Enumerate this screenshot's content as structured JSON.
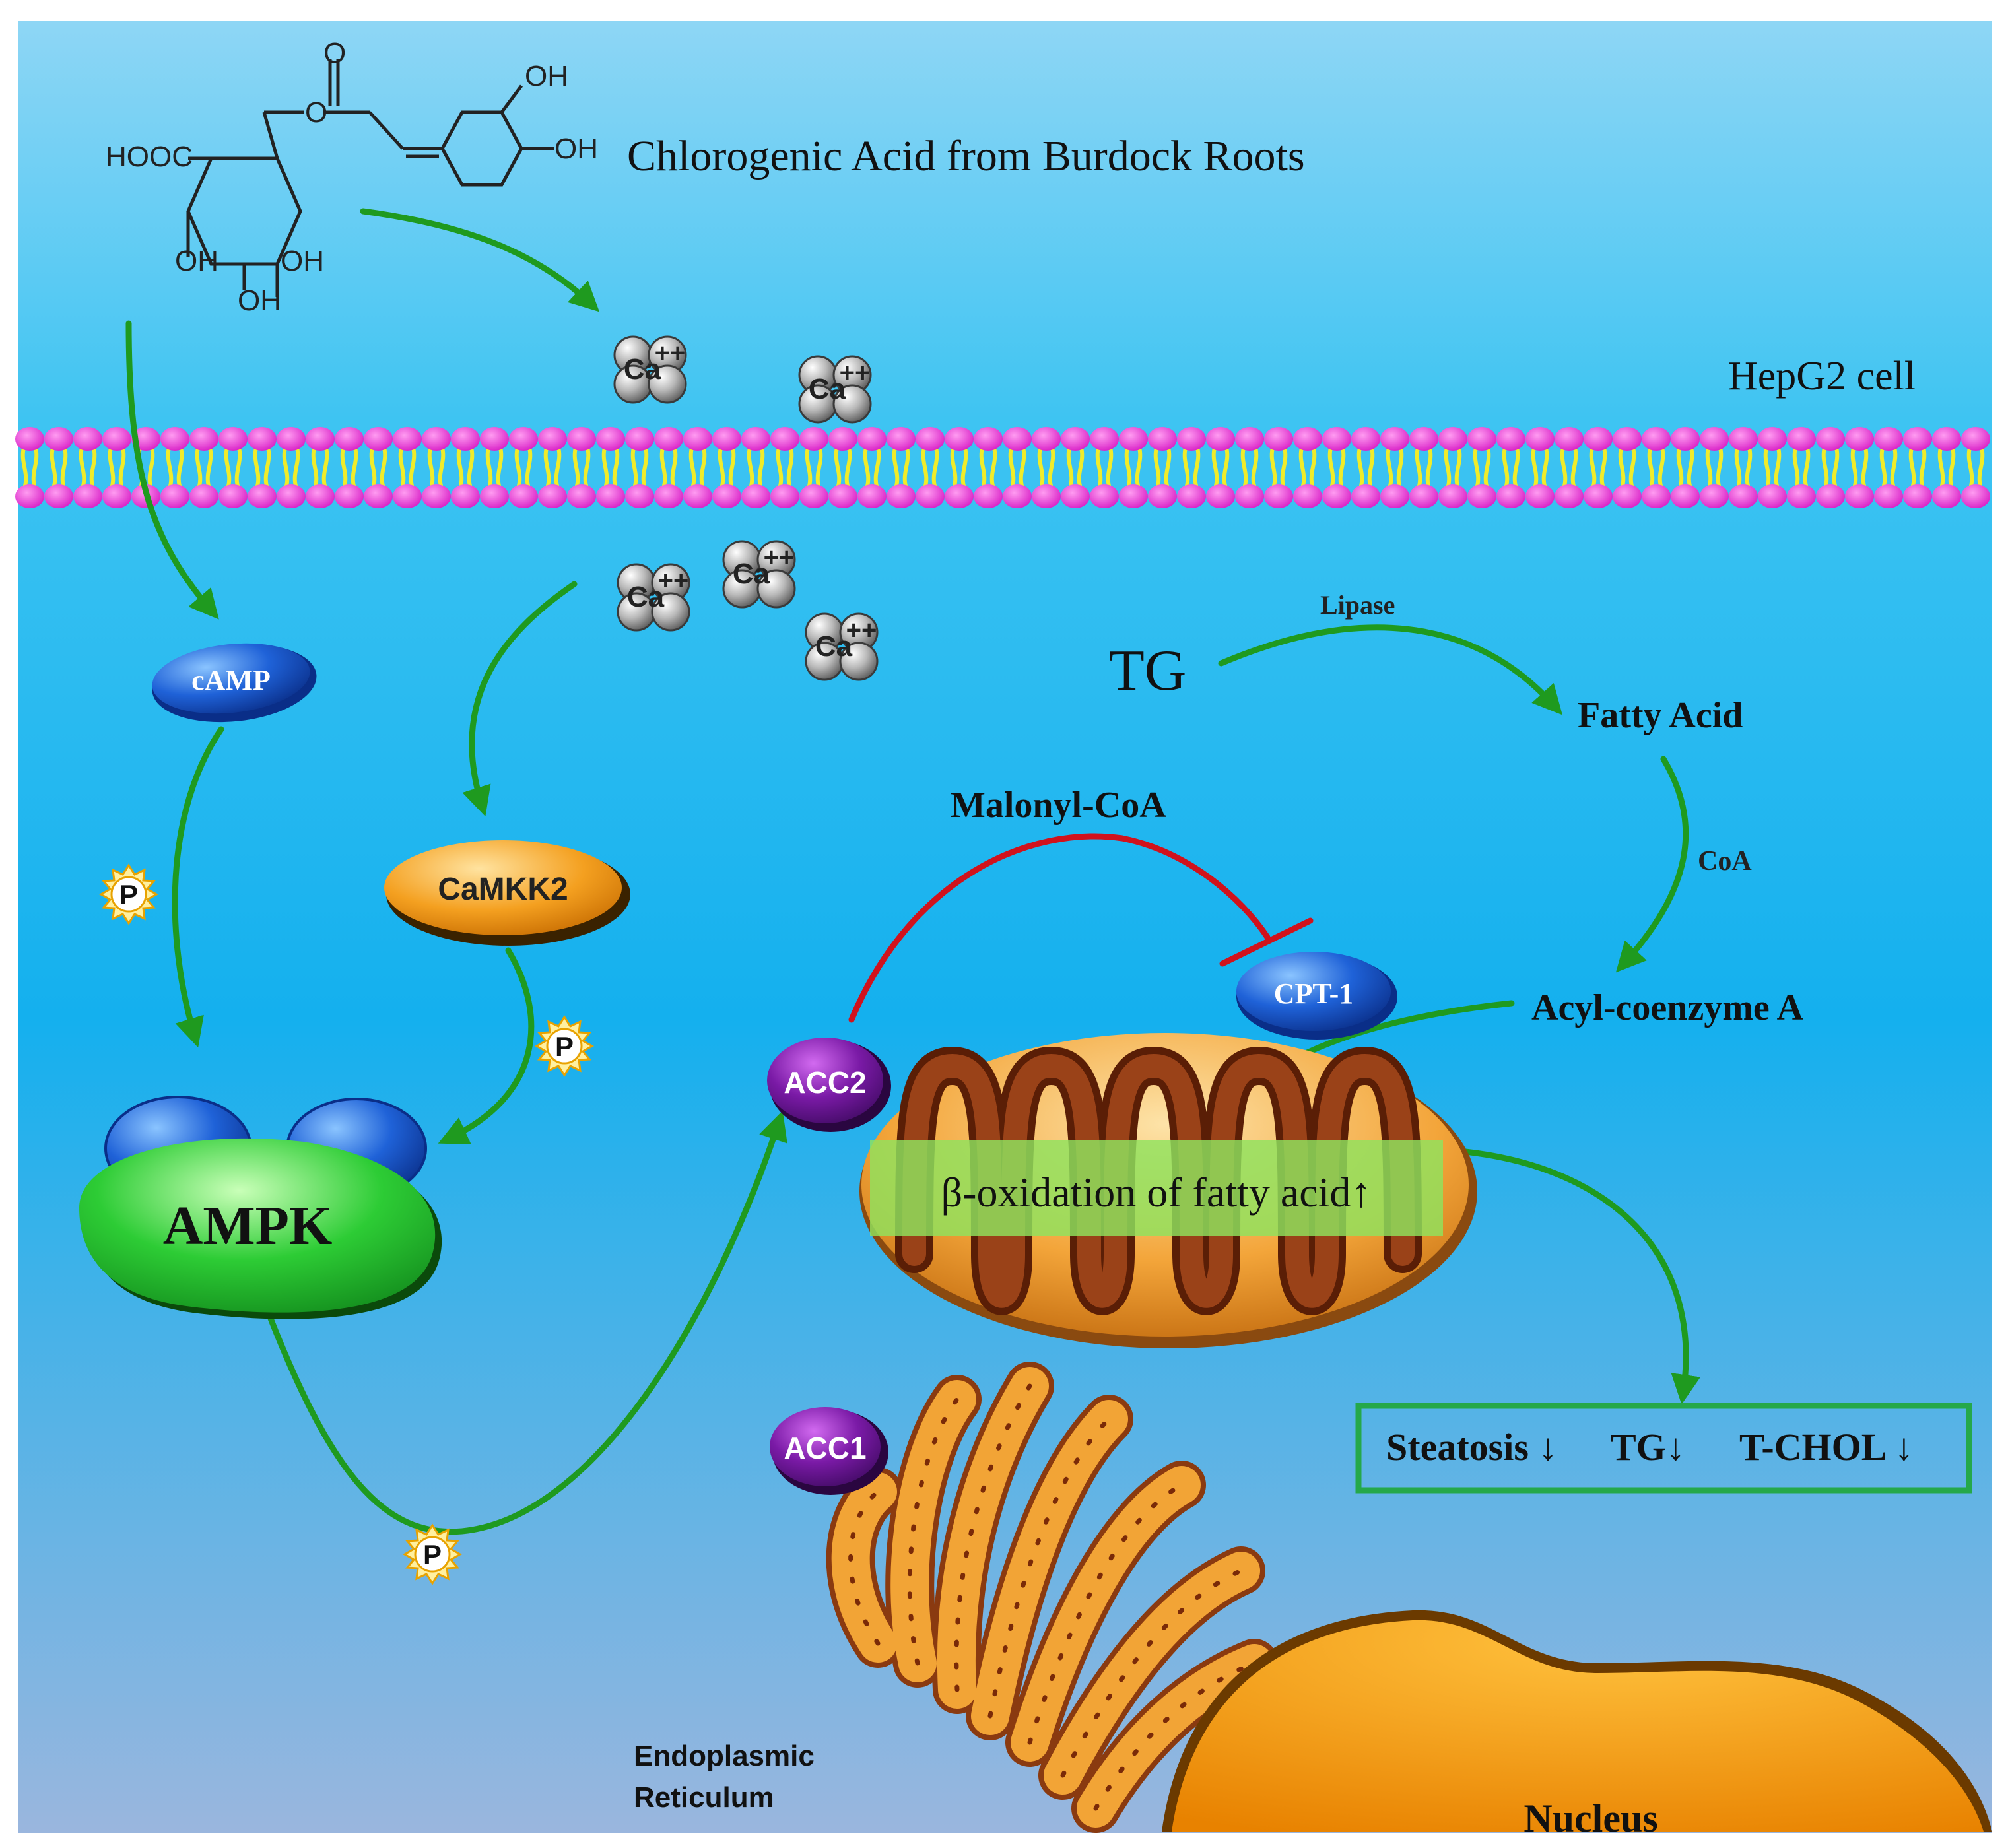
{
  "title": "Chlorogenic Acid from Burdock Roots",
  "cell_label": "HepG2 cell",
  "molecule": {
    "groups": [
      "O",
      "HOOC",
      "OH",
      "OH",
      "OH",
      "OH",
      "OH"
    ]
  },
  "ions": [
    "Ca",
    "Ca",
    "Ca",
    "Ca",
    "Ca"
  ],
  "ion_charge": "++",
  "phospho_label": "P",
  "proteins": {
    "camp": "cAMP",
    "camkk2": "CaMKK2",
    "ampk": "AMPK",
    "acc2": "ACC2",
    "acc1": "ACC1",
    "cpt1": "CPT-1"
  },
  "metabolites": {
    "tg": "TG",
    "lipase": "Lipase",
    "fatty_acid": "Fatty Acid",
    "coa": "CoA",
    "acyl_coa": "Acyl-coenzyme A",
    "malonyl_coa": "Malonyl-CoA"
  },
  "beta_oxidation": "β-oxidation  of fatty acid↑",
  "outcome": {
    "steatosis": "Steatosis ↓",
    "tg": "TG↓",
    "tchol": "T-CHOL ↓"
  },
  "organelles": {
    "er_line1": "Endoplasmic",
    "er_line2": "Reticulum",
    "nucleus": "Nucleus"
  },
  "colors": {
    "background_top": "#8ed6f5",
    "background_mid": "#16b2ef",
    "background_bottom": "#9ab6de",
    "membrane_head": "#e02fcf",
    "membrane_tail": "#f0ec2a",
    "arrow_green": "#1f9a1f",
    "inhibit_red": "#d1121c",
    "mito_outer": "#f3a53a",
    "mito_cristae": "#8a3a14",
    "ampk": "#2dcc35",
    "acc": "#7a1aa6",
    "camp_cpt": "#1f62d8",
    "camkk2": "#f4a020",
    "outcome_border": "#25a84a"
  }
}
